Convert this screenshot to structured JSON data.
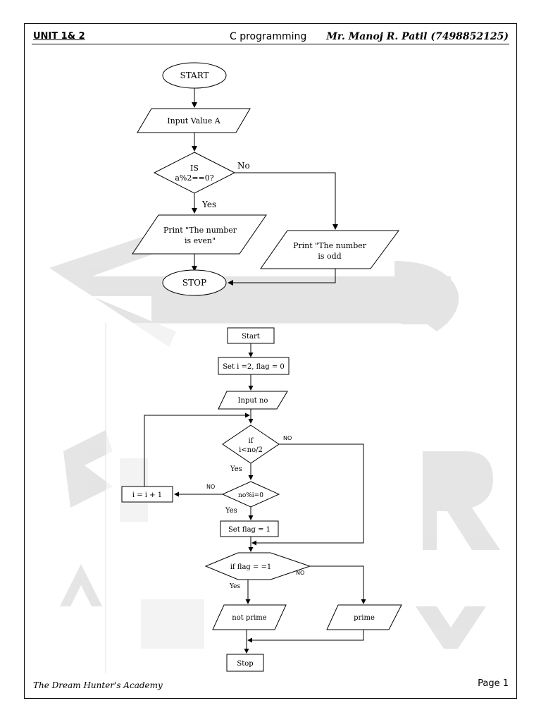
{
  "header": {
    "unit": "UNIT 1& 2",
    "subject": "C programming",
    "author": "Mr. Manoj R. Patil (7498852125)"
  },
  "flowchart_even_odd": {
    "start": "START",
    "input": "Input Value A",
    "decision_line1": "IS",
    "decision_line2": "a%2==0?",
    "no_label": "No",
    "yes_label": "Yes",
    "even_line1": "Print \"The number",
    "even_line2": "is even\"",
    "odd_line1": "Print \"The number",
    "odd_line2": "is odd",
    "stop": "STOP"
  },
  "flowchart_prime": {
    "start": "Start",
    "init": "Set i =2, flag = 0",
    "input": "Input no",
    "cond1_line1": "if",
    "cond1_line2": "i<no/2",
    "cond1_no": "NO",
    "cond1_yes": "Yes",
    "cond2": "no%i=0",
    "cond2_no": "NO",
    "cond2_yes": "Yes",
    "increment": "i = i + 1",
    "set_flag": "Set flag = 1",
    "cond3": "if flag = =1",
    "cond3_yes": "Yes",
    "cond3_no": "NO",
    "not_prime": "not prime",
    "prime": "prime",
    "stop": "Stop"
  },
  "footer": {
    "academy": "The Dream Hunter's Academy",
    "page": "Page 1"
  }
}
